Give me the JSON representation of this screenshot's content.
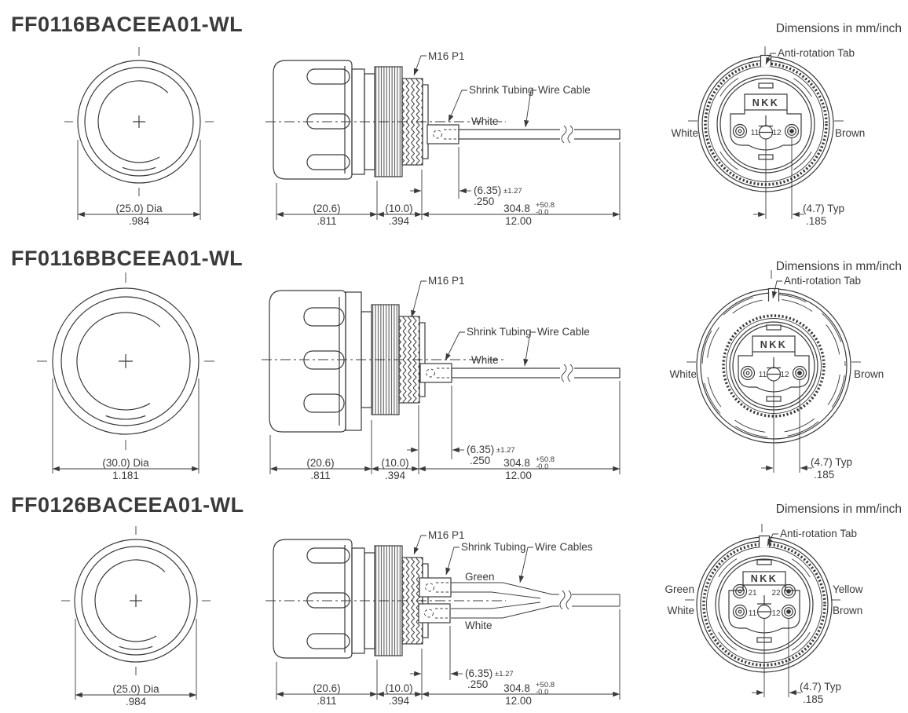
{
  "note": "Dimensions in mm/inch",
  "brand": "NKK",
  "rows": [
    {
      "title": "FF0116BACEEA01-WL",
      "front": {
        "dia_mm": "(25.0) Dia",
        "dia_in": ".984"
      },
      "side": {
        "m16": "M16 P1",
        "shrink": "Shrink Tubing",
        "cable": "Wire Cable",
        "wire_top": "White",
        "d1mm": "(20.6)",
        "d1in": ".811",
        "d2mm": "(10.0)",
        "d2in": ".394",
        "d3mm": "(6.35)",
        "d3tol": "±1.27",
        "d3in": ".250",
        "d4mm": "304.8",
        "d4p": "+50.8",
        "d4m": "-0.0",
        "d4in": "12.00"
      },
      "back": {
        "tab": "Anti-rotation Tab",
        "left_top": "White",
        "right_top": "Brown",
        "t11": "11",
        "t12": "12",
        "d5mm": "(4.7) Typ",
        "d5in": ".185"
      }
    },
    {
      "title": "FF0116BBCEEA01-WL",
      "front": {
        "dia_mm": "(30.0) Dia",
        "dia_in": "1.181"
      },
      "side": {
        "m16": "M16 P1",
        "shrink": "Shrink Tubing",
        "cable": "Wire Cable",
        "wire_top": "White",
        "d1mm": "(20.6)",
        "d1in": ".811",
        "d2mm": "(10.0)",
        "d2in": ".394",
        "d3mm": "(6.35)",
        "d3tol": "±1.27",
        "d3in": ".250",
        "d4mm": "304.8",
        "d4p": "+50.8",
        "d4m": "-0.0",
        "d4in": "12.00"
      },
      "back": {
        "tab": "Anti-rotation Tab",
        "left_top": "White",
        "right_top": "Brown",
        "t11": "11",
        "t12": "12",
        "d5mm": "(4.7) Typ",
        "d5in": ".185"
      }
    },
    {
      "title": "FF0126BACEEA01-WL",
      "front": {
        "dia_mm": "(25.0) Dia",
        "dia_in": ".984"
      },
      "side": {
        "m16": "M16 P1",
        "shrink": "Shrink Tubing",
        "cable": "Wire Cables",
        "wire_top": "Green",
        "wire_bottom": "White",
        "d1mm": "(20.6)",
        "d1in": ".811",
        "d2mm": "(10.0)",
        "d2in": ".394",
        "d3mm": "(6.35)",
        "d3tol": "±1.27",
        "d3in": ".250",
        "d4mm": "304.8",
        "d4p": "+50.8",
        "d4m": "-0.0",
        "d4in": "12.00"
      },
      "back": {
        "tab": "Anti-rotation Tab",
        "left_top": "Green",
        "left_bottom": "White",
        "right_top": "Yellow",
        "right_bottom": "Brown",
        "t21": "21",
        "t22": "22",
        "t11": "11",
        "t12": "12",
        "d5mm": "(4.7) Typ",
        "d5in": ".185"
      }
    }
  ]
}
